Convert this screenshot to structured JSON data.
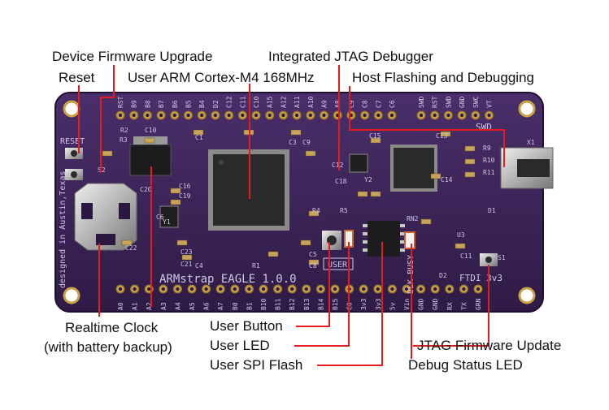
{
  "callouts": {
    "dfu": "Device Firmware Upgrade",
    "reset": "Reset",
    "user_arm": "User ARM Cortex-M4 168MHz",
    "jtag_debugger": "Integrated JTAG Debugger",
    "host_flashing": "Host Flashing and Debugging",
    "rtc_line1": "Realtime Clock",
    "rtc_line2": "(with battery backup)",
    "user_button": "User Button",
    "user_led": "User LED",
    "user_spi_flash": "User SPI Flash",
    "jtag_fw_update": "JTAG Firmware Update",
    "debug_status_led": "Debug Status LED"
  },
  "silkscreen": {
    "board_name": "ARMstrap EAGLE 1.0.0",
    "designed_in": "designed in Austin,Texas",
    "reset_label": "RESET",
    "swd_label": "SWD",
    "ftdi_label": "FTDI 3v3",
    "user_box": "USER",
    "blk_busy": "BLK BUSY",
    "top_pins_left": [
      "RST",
      "B9",
      "B8",
      "B7",
      "B6",
      "B5",
      "B4",
      "D2",
      "C12",
      "C11",
      "C10",
      "A15",
      "A12",
      "A11",
      "A10",
      "A9",
      "A8",
      "C9",
      "C8",
      "C7",
      "C6"
    ],
    "top_pins_right": [
      "SWD",
      "RST",
      "SWD",
      "GND",
      "SWC",
      "VT"
    ],
    "bottom_pins": [
      "A0",
      "A1",
      "A2",
      "A3",
      "A4",
      "A5",
      "A6",
      "A7",
      "B0",
      "B1",
      "B10",
      "B11",
      "B12",
      "B13",
      "B14",
      "B15",
      "C0",
      "3v3",
      "3v3",
      "5v",
      "Vin",
      "GND",
      "GND",
      "RX",
      "TX",
      "GRN"
    ],
    "components": [
      "C10",
      "C1",
      "C3",
      "C9",
      "C15",
      "C13",
      "R3",
      "R2",
      "S2",
      "C16",
      "C19",
      "C20",
      "C6",
      "Y1",
      "C22",
      "C23",
      "C21",
      "C4",
      "R1",
      "C8",
      "R4",
      "R5",
      "C5",
      "RN2",
      "U3",
      "C11",
      "S1",
      "D2",
      "D1",
      "R9",
      "R10",
      "R11",
      "X1",
      "C18",
      "C12",
      "Y2",
      "C14"
    ]
  }
}
